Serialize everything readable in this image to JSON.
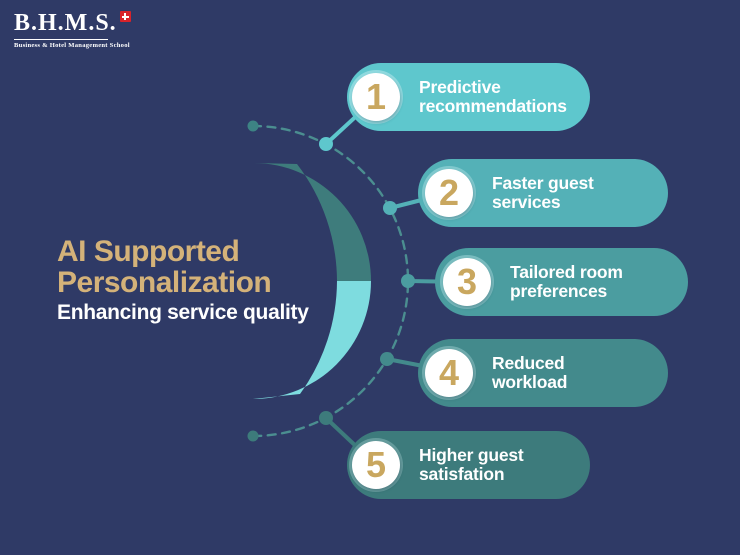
{
  "logo": {
    "acronym": "B.H.M.S.",
    "tagline": "Business & Hotel Management School"
  },
  "title": {
    "line1": "AI Supported",
    "line2": "Personalization",
    "subtitle": "Enhancing service quality"
  },
  "steps": [
    {
      "number": "1",
      "line1": "Predictive",
      "line2": "recommendations",
      "color": "#5ec7cd"
    },
    {
      "number": "2",
      "line1": "Faster guest",
      "line2": "services",
      "color": "#54b1b7"
    },
    {
      "number": "3",
      "line1": "Tailored room",
      "line2": "preferences",
      "color": "#4b9da0"
    },
    {
      "number": "4",
      "line1": "Reduced",
      "line2": "workload",
      "color": "#438a8c"
    },
    {
      "number": "5",
      "line1": "Higher guest",
      "line2": "satisfation",
      "color": "#3d7b7c"
    }
  ],
  "palette": {
    "background": "#2f3a66",
    "title_gold": "#d4b279",
    "number_gold": "#c9a75f",
    "arc_dark_half": "#3e7c7c",
    "arc_light_half": "#7edcdf",
    "dashed_circle": "#4b8e90",
    "swiss_cross_red": "#d8232a",
    "text_white": "#ffffff"
  }
}
